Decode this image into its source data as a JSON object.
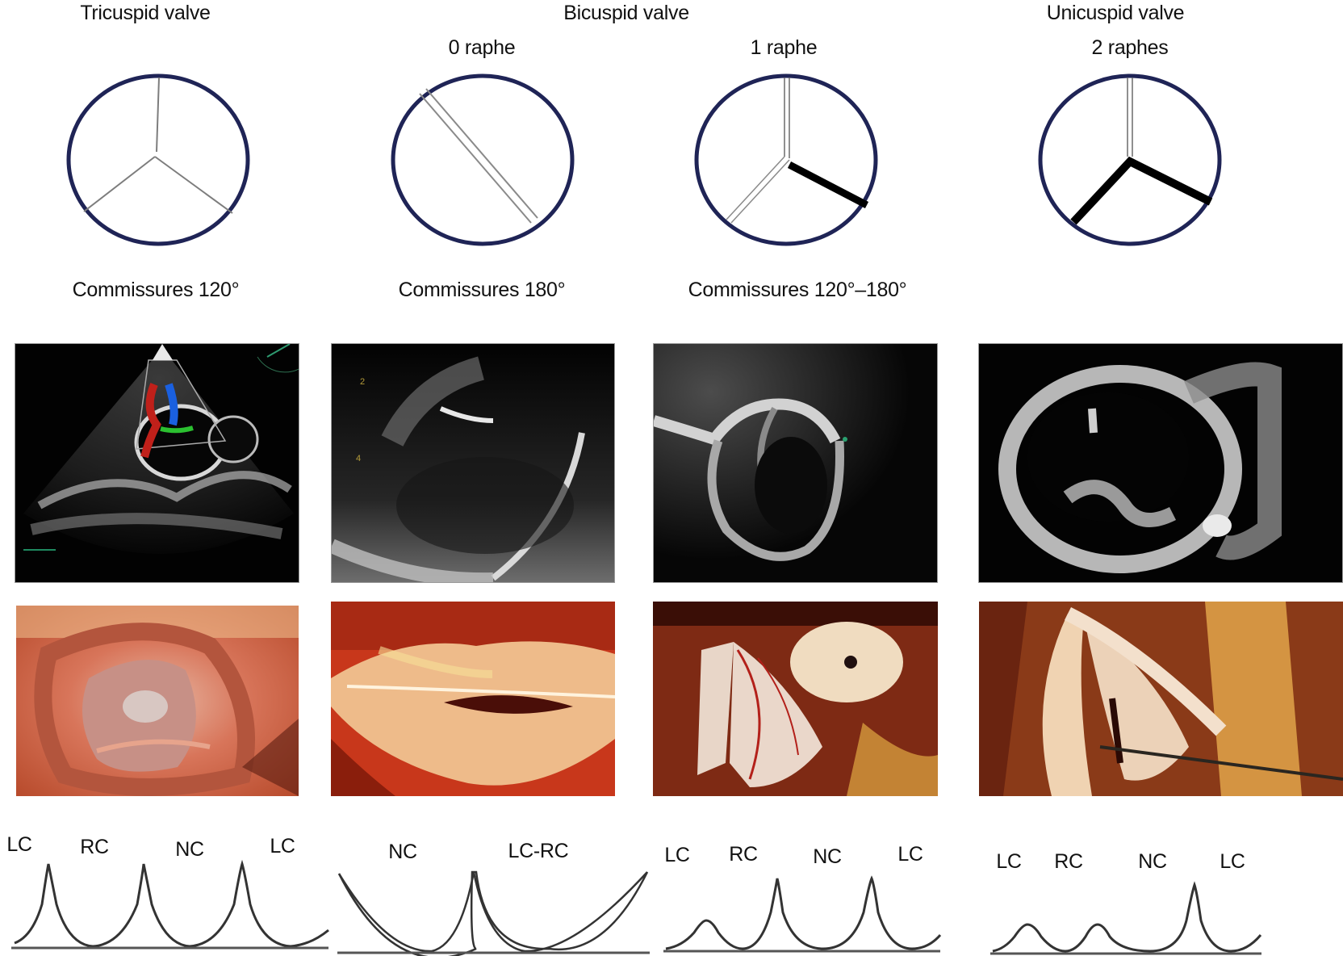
{
  "headers": {
    "tricuspid": "Tricuspid valve",
    "bicuspid": "Bicuspid valve",
    "unicuspid": "Unicuspid valve"
  },
  "subheaders": {
    "raphe0": "0 raphe",
    "raphe1": "1 raphe",
    "raphe2": "2 raphes"
  },
  "commissures": {
    "col1": "Commissures 120°",
    "col2": "Commissures 180°",
    "col3": "Commissures 120°–180°"
  },
  "colors": {
    "annulus": "#1f2456",
    "raphe_line": "#8a8a8a",
    "fused_raphe": "#000000",
    "echo_bg": "#020202"
  },
  "columns": [
    {
      "type": "Tricuspid valve",
      "raphes": null,
      "commissures": "Commissures 120°",
      "diagram": "three thin commissure lines at 120°",
      "echo_image": "transesophageal echo short-axis with color Doppler",
      "surgical_photo": "open tricuspid aortic valve",
      "cusp_profile": [
        "LC",
        "RC",
        "NC",
        "LC"
      ]
    },
    {
      "type": "Bicuspid valve",
      "raphes": "0 raphe",
      "commissures": "Commissures 180°",
      "diagram": "single double-line commissure across the annulus",
      "echo_image": "short-axis echo of bicuspid valve",
      "surgical_photo": "bicuspid valve with slit orifice",
      "cusp_profile": [
        "NC",
        "LC-RC"
      ]
    },
    {
      "type": "Bicuspid valve",
      "raphes": "1 raphe",
      "commissures": "Commissures 120°–180°",
      "diagram": "two double-line commissures and one thick fused raphe",
      "echo_image": "short-axis echo of bicuspid valve with raphe",
      "surgical_photo": "bicuspid valve with raphe",
      "cusp_profile": [
        "LC",
        "RC",
        "NC",
        "LC"
      ]
    },
    {
      "type": "Unicuspid valve",
      "raphes": "2 raphes",
      "commissures": "",
      "diagram": "one double-line commissure and two thick fused raphes",
      "echo_image": "short-axis echo of unicuspid valve",
      "surgical_photo": "unicuspid valve",
      "cusp_profile": [
        "LC",
        "RC",
        "NC",
        "LC"
      ]
    }
  ],
  "curves": {
    "c1": {
      "l1": "LC",
      "l2": "RC",
      "l3": "NC",
      "l4": "LC"
    },
    "c2": {
      "l1": "NC",
      "l2": "LC-RC"
    },
    "c3": {
      "l1": "LC",
      "l2": "RC",
      "l3": "NC",
      "l4": "LC"
    },
    "c4": {
      "l1": "LC",
      "l2": "RC",
      "l3": "NC",
      "l4": "LC"
    }
  }
}
